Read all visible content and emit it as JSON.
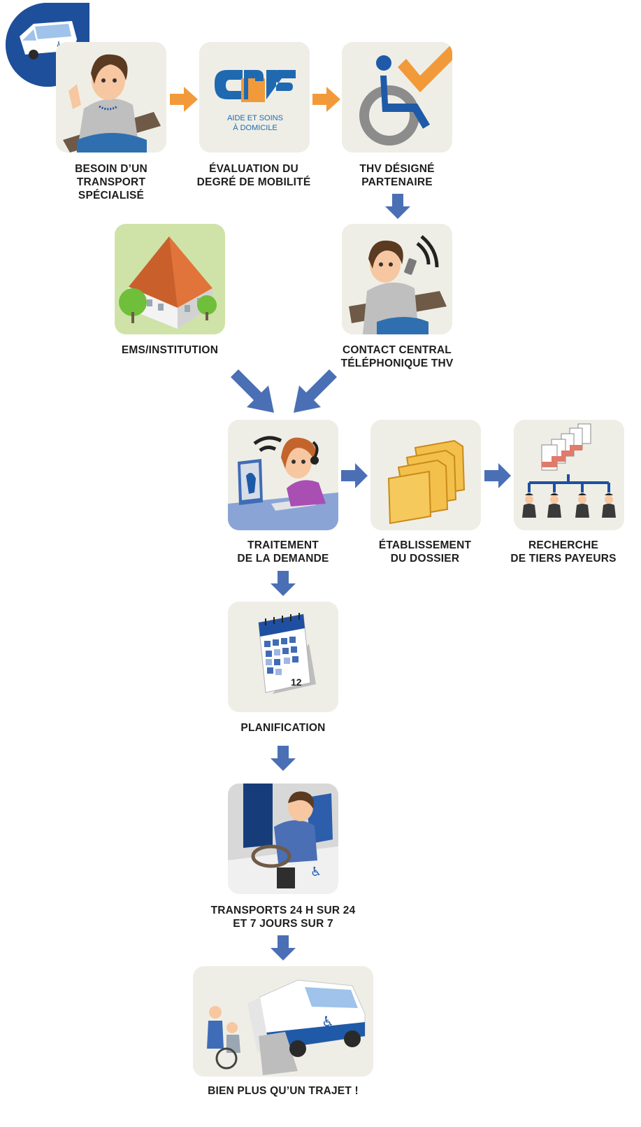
{
  "steps": {
    "besoin": {
      "line1": "BESOIN D’UN",
      "line2": "TRANSPORT",
      "line3": "SPÉCIALISÉ"
    },
    "evaluation": {
      "line1": "ÉVALUATION DU",
      "line2": "DEGRÉ DE MOBILITÉ"
    },
    "thv": {
      "line1": "THV DÉSIGNÉ",
      "line2": "PARTENAIRE"
    },
    "ems": {
      "line1": "EMS/INSTITUTION"
    },
    "contact": {
      "line1": "CONTACT CENTRAL",
      "line2": "TÉLÉPHONIQUE THV"
    },
    "traitement": {
      "line1": "TRAITEMENT",
      "line2": "DE LA DEMANDE"
    },
    "dossier": {
      "line1": "ÉTABLISSEMENT",
      "line2": "DU DOSSIER"
    },
    "tiers": {
      "line1": "RECHERCHE",
      "line2": "DE TIERS PAYEURS"
    },
    "planification": {
      "line1": "PLANIFICATION"
    },
    "transports": {
      "line1": "TRANSPORTS 24 H SUR 24",
      "line2": "ET 7 JOURS SUR 7"
    },
    "trajet": {
      "line1": "BIEN PLUS QU’UN TRAJET !"
    }
  },
  "cms_logo": {
    "line1": "AIDE ET SOINS",
    "line2": "À DOMICILE"
  },
  "calendar_day": "12",
  "colors": {
    "orange": "#f29a3a",
    "blue": "#4a6fb5",
    "dark_blue": "#1e4f9a",
    "tile_bg": "#efeee6"
  }
}
